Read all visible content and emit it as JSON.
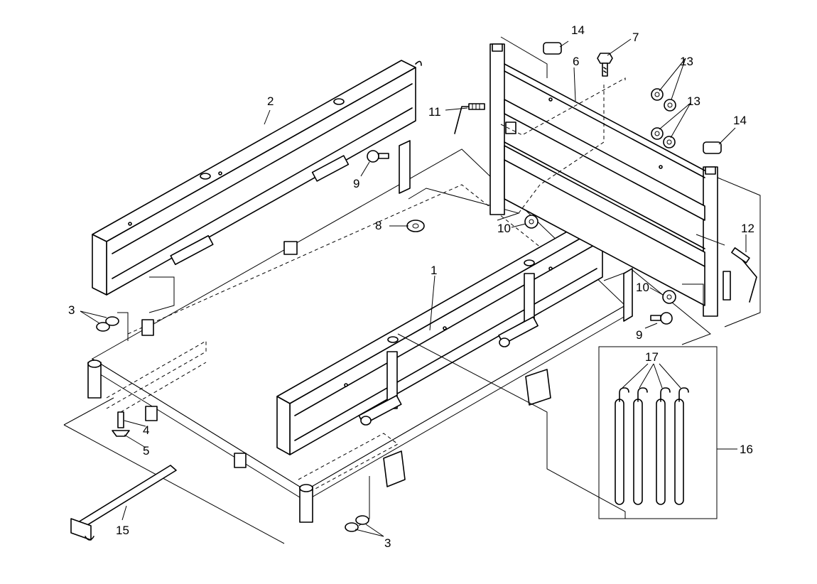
{
  "diagram": {
    "callouts": {
      "c1": "1",
      "c2": "2",
      "c3a": "3",
      "c3b": "3",
      "c4": "4",
      "c5": "5",
      "c6": "6",
      "c7": "7",
      "c8": "8",
      "c9a": "9",
      "c9b": "9",
      "c10a": "10",
      "c10b": "10",
      "c11": "11",
      "c12": "12",
      "c13a": "13",
      "c13b": "13",
      "c14a": "14",
      "c14b": "14",
      "c15": "15",
      "c16": "16",
      "c17": "17"
    }
  }
}
